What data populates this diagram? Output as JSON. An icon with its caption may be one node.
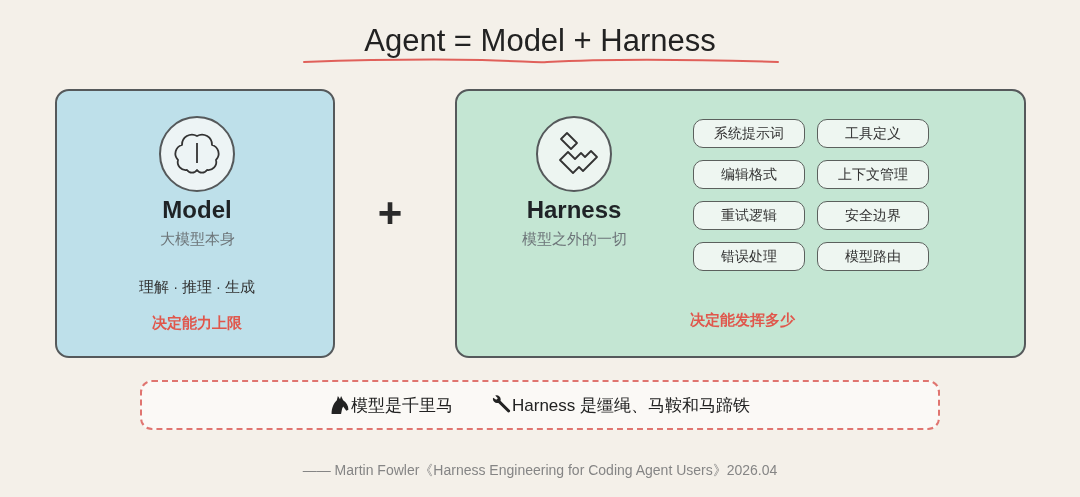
{
  "diagram": {
    "title": "Agent = Model + Harness",
    "caption": "—— Martin Fowler《Harness Engineering for Coding Agent Users》2026.04",
    "nodes": [
      {
        "text": [
          "Model",
          "大模型本身",
          "理解 · 推理 · 生成",
          "决定能力上限"
        ]
      },
      {
        "text": [
          "Harness",
          "模型之外的一切",
          "决定能发挥多少"
        ]
      },
      {
        "text": [
          "系统提示词"
        ],
        "in": 1
      },
      {
        "text": [
          "工具定义"
        ],
        "in": 1
      },
      {
        "text": [
          "编辑格式"
        ],
        "in": 1
      },
      {
        "text": [
          "上下文管理"
        ],
        "in": 1
      },
      {
        "text": [
          "重试逻辑"
        ],
        "in": 1
      },
      {
        "text": [
          "安全边界"
        ],
        "in": 1
      },
      {
        "text": [
          "错误处理"
        ],
        "in": 1
      },
      {
        "text": [
          "模型路由"
        ],
        "in": 1
      },
      {
        "text": [
          "模型是千里马",
          "Harness 是缰绳、马鞍和马蹄铁"
        ]
      }
    ],
    "labels": [
      "+"
    ]
  }
}
